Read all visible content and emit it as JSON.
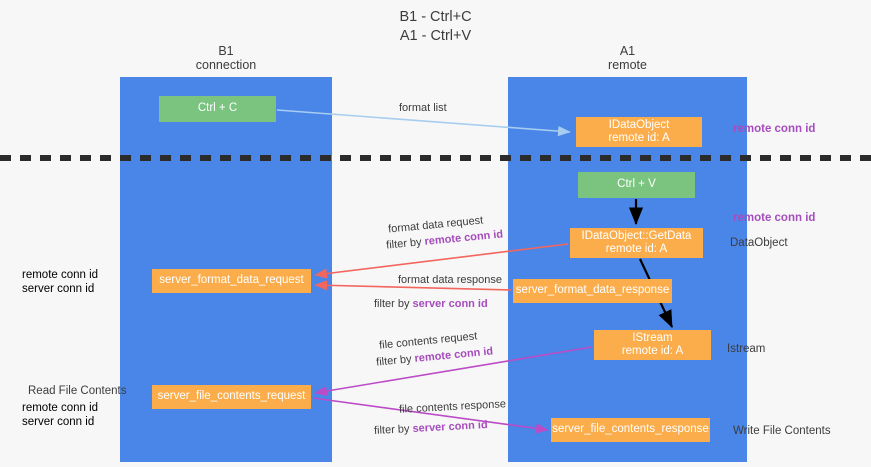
{
  "title": {
    "line1": "B1 - Ctrl+C",
    "line2": "A1 - Ctrl+V"
  },
  "lanes": [
    {
      "id": "b1",
      "name": "B1",
      "sub": "connection",
      "color": "#4a86e8"
    },
    {
      "id": "a1",
      "name": "A1",
      "sub": "remote",
      "color": "#4a86e8"
    }
  ],
  "nodes": {
    "ctrl_c": "Ctrl + C",
    "idataobject_line1": "IDataObject",
    "idataobject_line2": "remote id: A",
    "ctrl_v": "Ctrl + V",
    "getdata_line1": "IDataObject::GetData",
    "getdata_line2": "remote id: A",
    "server_format_data_request": "server_format_data_request",
    "server_format_data_response": "server_format_data_response",
    "istream_line1": "IStream",
    "istream_line2": "remote id: A",
    "server_file_contents_request": "server_file_contents_request",
    "server_file_contents_response": "server_file_contents_response"
  },
  "edge_labels": {
    "format_list": "format list",
    "format_data_request": "format data request",
    "filter_by": "filter by ",
    "remote_conn_id": "remote conn id",
    "server_conn_id": "server conn id",
    "format_data_response": "format data response",
    "file_contents_request": "file contents request",
    "file_contents_response": "file contents response"
  },
  "annotations": {
    "remote_conn_id": "remote conn id",
    "server_conn_id": "server conn id",
    "dataobject": "DataObject",
    "istream": "Istream",
    "read_file_contents": "Read File Contents",
    "write_file_contents": "Write File Contents"
  },
  "colors": {
    "lane": "#4a86e8",
    "green_node": "#7ac47f",
    "orange_node": "#fbad4b",
    "purple_text": "#a64dbd",
    "green_text": "#7ac47f",
    "arrow_blue": "#a7cdf0",
    "arrow_red": "#f2665e",
    "arrow_magenta": "#bb4bc6",
    "arrow_black": "#000000",
    "divider": "#2b2b2b",
    "background": "#f7f7f7"
  }
}
